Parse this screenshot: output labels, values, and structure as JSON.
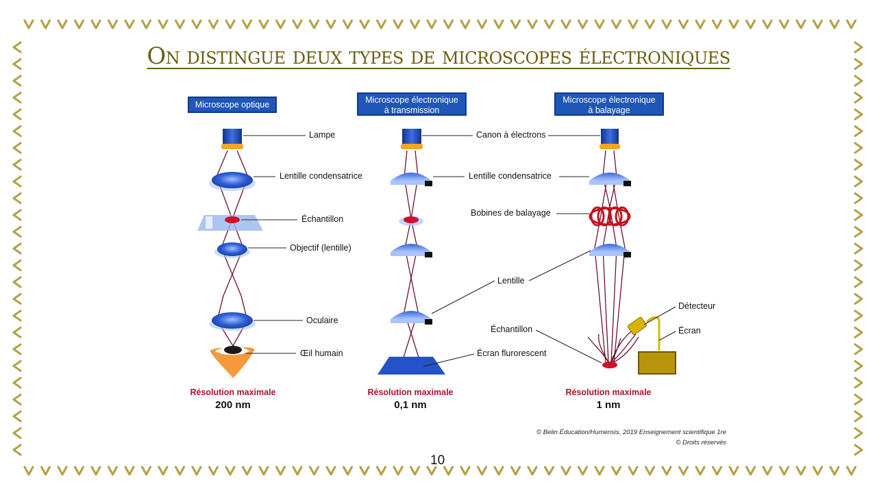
{
  "title": "On distingue deux types de microscopes électroniques",
  "columns": {
    "optique": {
      "header": "Microscope optique",
      "labels": {
        "lampe": "Lampe",
        "condensatrice": "Lentille condensatrice",
        "echantillon": "Échantillon",
        "objectif": "Objectif (lentille)",
        "oculaire": "Oculaire",
        "oeil": "Œil humain"
      },
      "resolution_label": "Résolution maximale",
      "resolution_value": "200 nm"
    },
    "transmission": {
      "header_line1": "Microscope électronique",
      "header_line2": "à transmission",
      "labels": {
        "canon": "Canon à électrons",
        "lentille": "Lentille",
        "ecran": "Écran flurorescent"
      },
      "resolution_label": "Résolution maximale",
      "resolution_value": "0,1 nm"
    },
    "balayage": {
      "header_line1": "Microscope électronique",
      "header_line2": "à balayage",
      "labels": {
        "condensatrice": "Lentille condensatrice",
        "bobines": "Bobines de balayage",
        "echantillon": "Échantillon",
        "detecteur": "Détecteur",
        "ecran": "Écran"
      },
      "resolution_label": "Résolution maximale",
      "resolution_value": "1 nm"
    }
  },
  "credit_line1": "© Belin Éducation/Humensis, 2019 Enseignement scientifique 1re",
  "credit_line2": "© Droits réservés",
  "page_number": "10",
  "colors": {
    "border": "#b3a24a",
    "title": "#6b5d14",
    "lens": "#2452c8",
    "ray": "#6e0f2e",
    "sample": "#d0102a",
    "header_bg": "#1f56b8",
    "resolution_label": "#b4102a"
  }
}
